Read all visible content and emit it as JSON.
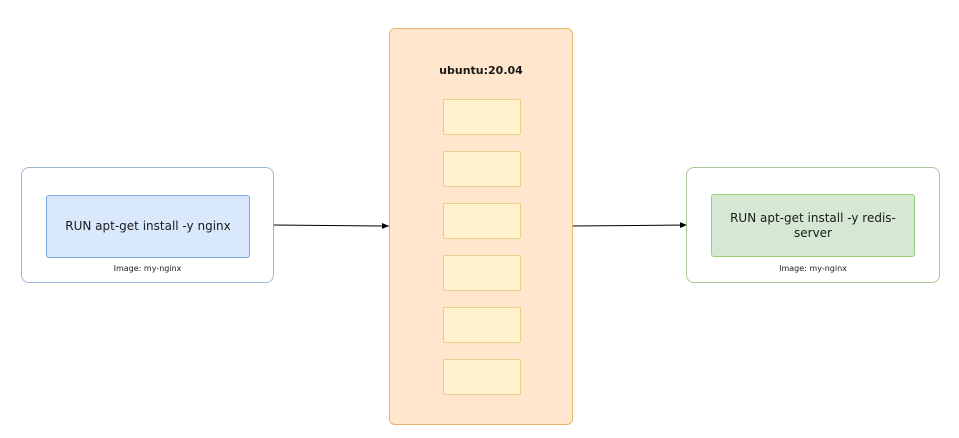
{
  "left_image": {
    "instruction": "RUN apt-get install -y nginx",
    "caption": "Image: my-nginx",
    "border_color": "#7ea6e0",
    "fill_color": "#dae8fc"
  },
  "base_image": {
    "title": "ubuntu:20.04",
    "layers_count": 6,
    "border_color": "#d6b656",
    "fill_color": "#ffe6cc",
    "layer_fill": "#fff2cc"
  },
  "right_image": {
    "instruction": "RUN apt-get install -y redis-server",
    "caption": "Image: my-nginx",
    "border_color": "#97d077",
    "fill_color": "#d5e8d4"
  },
  "edges": [
    {
      "from": "left_image",
      "to": "base_image"
    },
    {
      "from": "base_image",
      "to": "right_image"
    }
  ]
}
